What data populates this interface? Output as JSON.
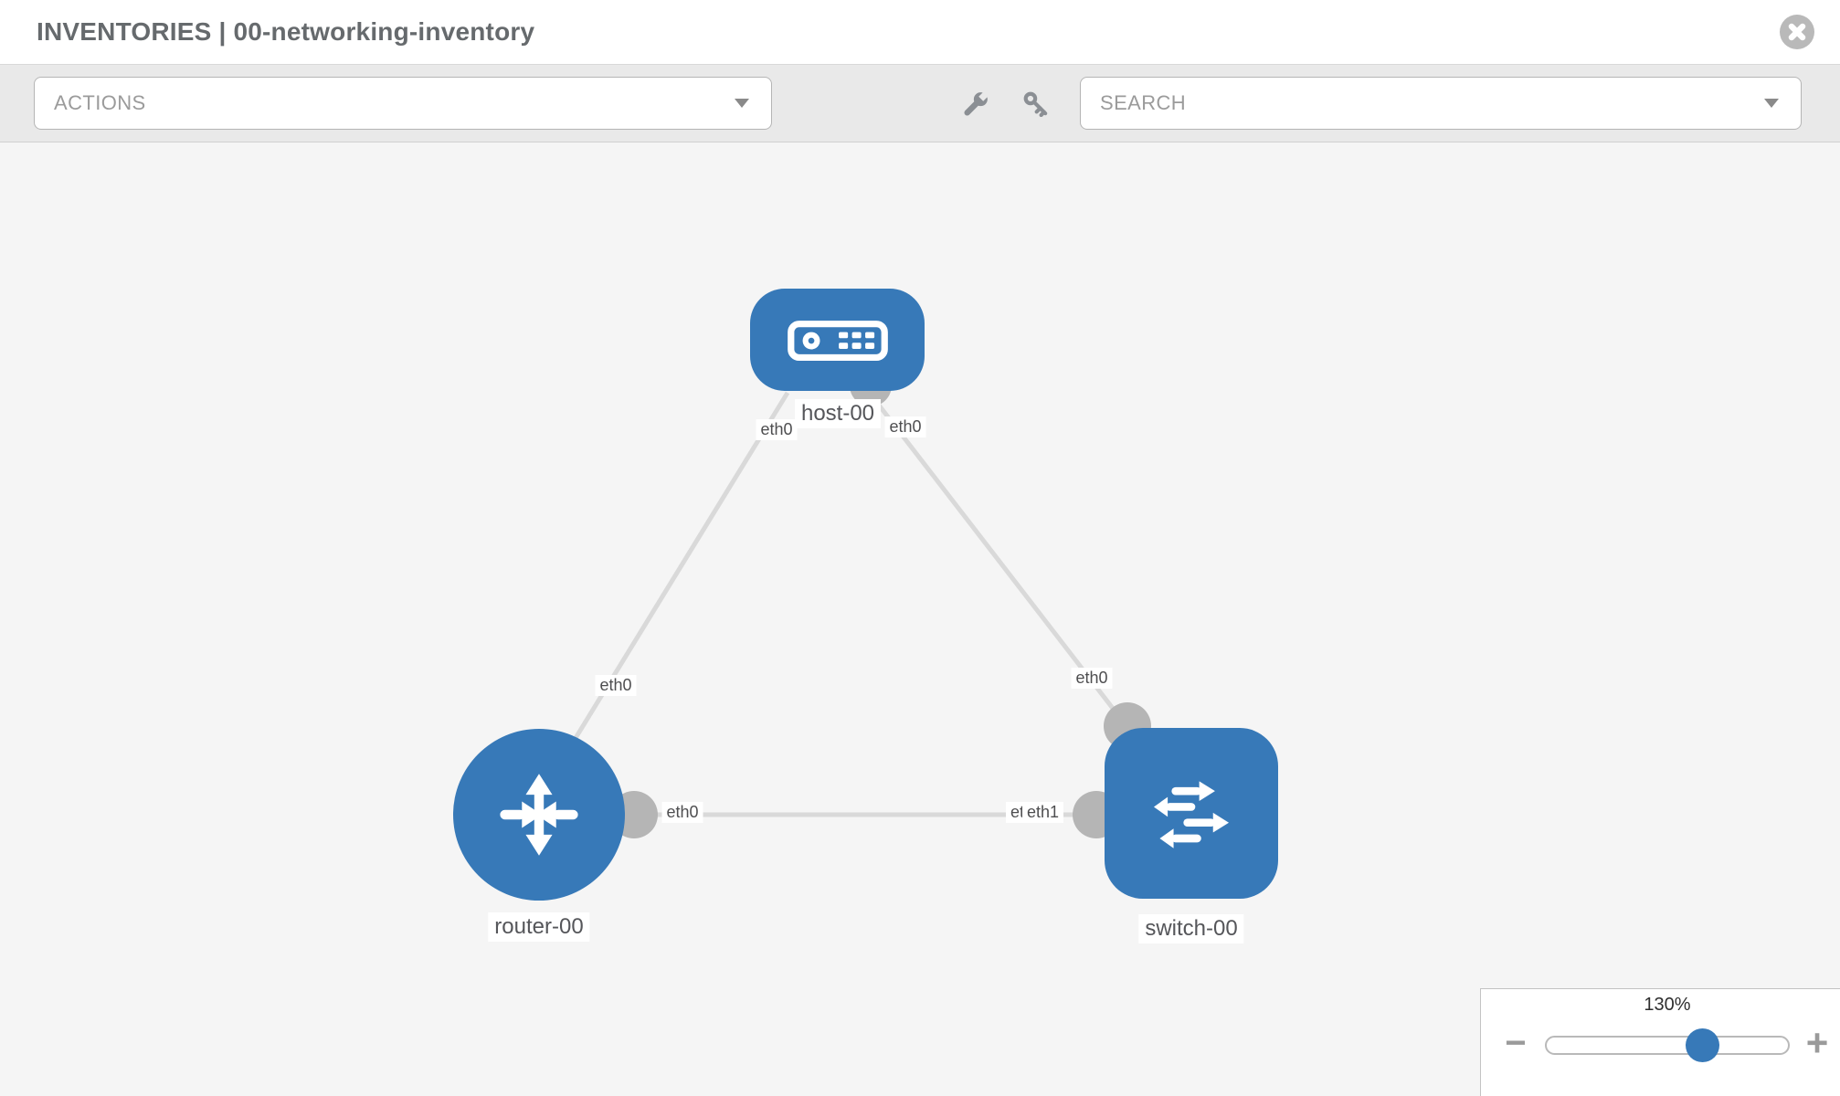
{
  "header": {
    "title": "INVENTORIES | 00-networking-inventory"
  },
  "toolbar": {
    "actions_label": "ACTIONS",
    "search_placeholder": "SEARCH"
  },
  "topology": {
    "nodes": [
      {
        "label": "host-00",
        "type": "host"
      },
      {
        "label": "router-00",
        "type": "router"
      },
      {
        "label": "switch-00",
        "type": "switch"
      }
    ],
    "interfaces": {
      "host_left": "eth0",
      "host_right": "eth0",
      "router_top": "eth0",
      "switch_top": "eth0",
      "router_right": "eth0",
      "switch_left_back": "eth0",
      "switch_left_front": "eth1"
    },
    "links": [
      {
        "from": "host-00",
        "from_iface": "eth0",
        "to": "router-00",
        "to_iface": "eth0"
      },
      {
        "from": "host-00",
        "from_iface": "eth0",
        "to": "switch-00",
        "to_iface": "eth0"
      },
      {
        "from": "router-00",
        "from_iface": "eth0",
        "to": "switch-00",
        "to_iface": "eth1"
      }
    ]
  },
  "zoom_control": {
    "percent": "130%",
    "zoom_out_label": "−",
    "zoom_in_label": "+"
  },
  "icons": {
    "close": "x-circle",
    "wrench": "wrench",
    "key": "key",
    "dropdown_caret": "caret-down",
    "host": "server",
    "router": "four-way-arrows",
    "switch": "exchange-arrows",
    "zoom_out": "minus",
    "zoom_in": "plus"
  },
  "colors": {
    "node_blue": "#3779b8",
    "link_gray": "#d9d9d9",
    "port_gray": "#b5b5b5",
    "toolbar_bg": "#e9e9e9",
    "canvas_bg": "#f5f5f5",
    "title_gray": "#666a6d"
  }
}
